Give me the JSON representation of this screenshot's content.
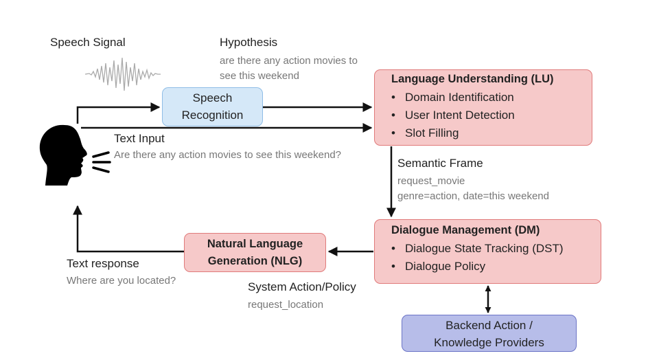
{
  "speech_signal": {
    "label": "Speech Signal"
  },
  "hypothesis": {
    "label": "Hypothesis",
    "text_line1": "are there any action movies to",
    "text_line2": "see this weekend"
  },
  "speech_recognition": {
    "line1": "Speech",
    "line2": "Recognition"
  },
  "text_input": {
    "label": "Text Input",
    "text": "Are there any action movies to see this weekend?"
  },
  "lu": {
    "title": "Language Understanding (LU)",
    "items": [
      "Domain Identification",
      "User Intent Detection",
      "Slot Filling"
    ]
  },
  "semantic_frame": {
    "label": "Semantic Frame",
    "line1": "request_movie",
    "line2": "genre=action, date=this weekend"
  },
  "dm": {
    "title": "Dialogue Management (DM)",
    "items": [
      "Dialogue State Tracking (DST)",
      "Dialogue Policy"
    ]
  },
  "nlg": {
    "line1": "Natural Language",
    "line2": "Generation (NLG)"
  },
  "system_action": {
    "label": "System Action/Policy",
    "text": "request_location"
  },
  "text_response": {
    "label": "Text response",
    "text": "Where are you located?"
  },
  "backend": {
    "line1": "Backend Action /",
    "line2": "Knowledge Providers"
  },
  "colors": {
    "speech_box_fill": "#d5e8f8",
    "module_box_fill": "#f6c9c9",
    "backend_box_fill": "#b7bde9",
    "arrow": "#111111"
  },
  "icons": {
    "user": "speaking-head-icon",
    "waveform": "speech-waveform-icon"
  }
}
